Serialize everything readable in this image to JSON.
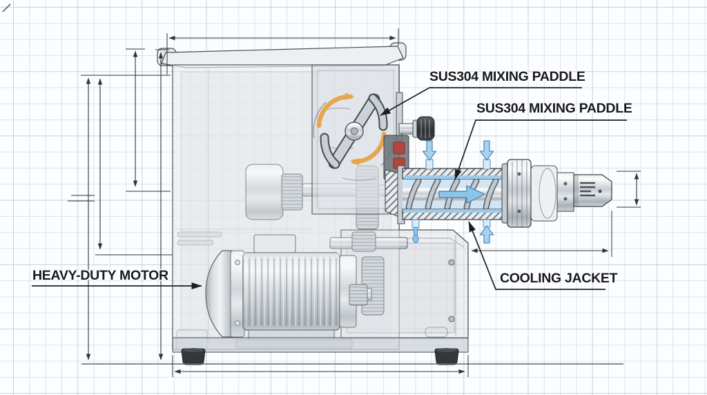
{
  "diagram": {
    "type": "technical-illustration",
    "subject": "Cutaway blueprint-style drawing of a mixer-extruder machine on grid paper",
    "labels": {
      "mixing_paddle_top": "SUS304 MIXING PADDLE",
      "mixing_paddle_screw": "SUS304 MIXING PADDLE",
      "cooling_jacket": "COOLING JACKET",
      "heavy_duty_motor": "HEAVY-DUTY MOTOR"
    },
    "annotation_arrows": [
      {
        "label": "mixing_paddle_top",
        "points_to": "S-shaped paddle inside mixing chamber"
      },
      {
        "label": "mixing_paddle_screw",
        "points_to": "screw inside extruder barrel"
      },
      {
        "label": "cooling_jacket",
        "points_to": "hatched jacket wall of barrel"
      },
      {
        "label": "heavy_duty_motor",
        "points_to": "electric motor end cap"
      }
    ],
    "colors": {
      "paper": "#fcfdfe",
      "grid_line": "#c5ced6",
      "ink": "#1b1e21",
      "outline": "#3d4248",
      "metal_light": "#f2f4f6",
      "metal_mid": "#c3c9cf",
      "metal_dark": "#8f969d",
      "cooling_blue": "#a9d2ef",
      "cooling_blue_dark": "#4d8cbd",
      "rotation_arrow_orange": "#e4a74f",
      "button_red": "#b5463e",
      "foot_black": "#34383d"
    }
  }
}
